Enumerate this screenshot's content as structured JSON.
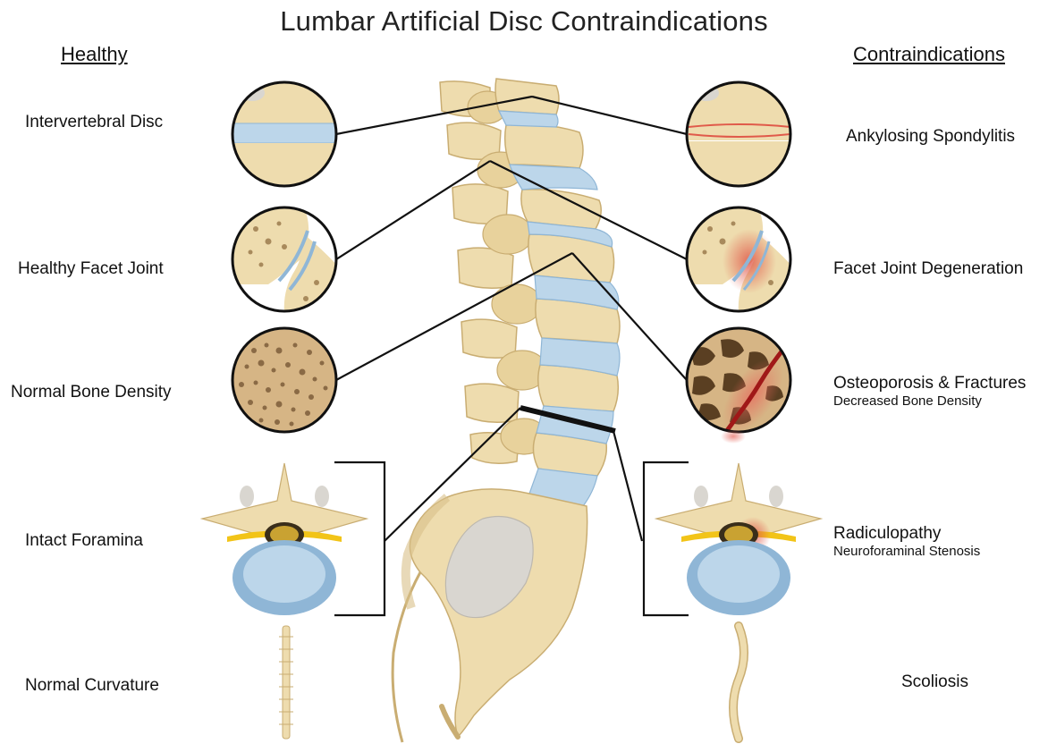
{
  "title": "Lumbar Artificial Disc Contraindications",
  "headers": {
    "left": "Healthy",
    "right": "Contraindications"
  },
  "healthy": [
    {
      "label": "Intervertebral Disc"
    },
    {
      "label": "Healthy Facet Joint"
    },
    {
      "label": "Normal Bone Density"
    },
    {
      "label": "Intact Foramina"
    },
    {
      "label": "Normal Curvature"
    }
  ],
  "contraindications": [
    {
      "label": "Ankylosing Spondylitis"
    },
    {
      "label": "Facet Joint Degeneration"
    },
    {
      "label": "Osteoporosis & Fractures",
      "sublabel": "Decreased Bone Density"
    },
    {
      "label": "Radiculopathy",
      "sublabel": "Neuroforaminal Stenosis"
    },
    {
      "label": "Scoliosis"
    }
  ],
  "colors": {
    "bone": "#eedcae",
    "bone_shadow": "#d8c089",
    "disc": "#bcd6ea",
    "disc_dark": "#8fb6d6",
    "sacrum_shade": "#d9d6d0",
    "spongy_pore": "#8a6a45",
    "inflammation": "#e05a4a",
    "fracture": "#a01818",
    "nerve": "#f2c418",
    "connector": "#111111"
  },
  "icons": {
    "disc_detail": "intervertebral-disc-closeup-icon",
    "facet_detail": "facet-joint-closeup-icon",
    "bone_detail": "trabecular-bone-icon",
    "foramina_detail": "vertebra-axial-section-icon",
    "curvature_detail": "mini-spine-icon"
  }
}
